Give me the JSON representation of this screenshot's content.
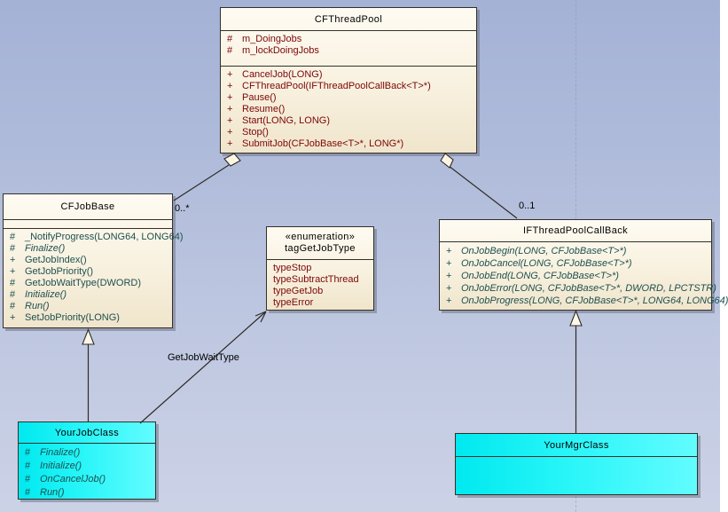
{
  "classes": {
    "cfthreadpool": {
      "name": "CFThreadPool",
      "attributes": [
        {
          "vis": "#",
          "text": "m_DoingJobs"
        },
        {
          "vis": "#",
          "text": "m_lockDoingJobs"
        }
      ],
      "operations": [
        {
          "vis": "+",
          "text": "CancelJob(LONG)"
        },
        {
          "vis": "+",
          "text": "CFThreadPool(IFThreadPoolCallBack<T>*)"
        },
        {
          "vis": "+",
          "text": "Pause()"
        },
        {
          "vis": "+",
          "text": "Resume()"
        },
        {
          "vis": "+",
          "text": "Start(LONG, LONG)"
        },
        {
          "vis": "+",
          "text": "Stop()"
        },
        {
          "vis": "+",
          "text": "SubmitJob(CFJobBase<T>*, LONG*)"
        }
      ]
    },
    "cfjobbase": {
      "name": "CFJobBase",
      "operations": [
        {
          "vis": "#",
          "text": "_NotifyProgress(LONG64, LONG64)"
        },
        {
          "vis": "#",
          "text": "Finalize()"
        },
        {
          "vis": "+",
          "text": "GetJobIndex()"
        },
        {
          "vis": "+",
          "text": "GetJobPriority()"
        },
        {
          "vis": "#",
          "text": "GetJobWaitType(DWORD)"
        },
        {
          "vis": "#",
          "text": "Initialize()"
        },
        {
          "vis": "#",
          "text": "Run()"
        },
        {
          "vis": "+",
          "text": "SetJobPriority(LONG)"
        }
      ]
    },
    "taggetjobtype": {
      "stereotype": "«enumeration»",
      "name": "tagGetJobType",
      "literals": [
        "typeStop",
        "typeSubtractThread",
        "typeGetJob",
        "typeError"
      ]
    },
    "ifthreadpoolcallback": {
      "name": "IFThreadPoolCallBack",
      "operations": [
        {
          "vis": "+",
          "text": "OnJobBegin(LONG, CFJobBase<T>*)"
        },
        {
          "vis": "+",
          "text": "OnJobCancel(LONG, CFJobBase<T>*)"
        },
        {
          "vis": "+",
          "text": "OnJobEnd(LONG, CFJobBase<T>*)"
        },
        {
          "vis": "+",
          "text": "OnJobError(LONG, CFJobBase<T>*, DWORD, LPCTSTR)"
        },
        {
          "vis": "+",
          "text": "OnJobProgress(LONG, CFJobBase<T>*, LONG64, LONG64)"
        }
      ]
    },
    "yourjobclass": {
      "name": "YourJobClass",
      "operations": [
        {
          "vis": "#",
          "text": "Finalize()"
        },
        {
          "vis": "#",
          "text": "Initialize()"
        },
        {
          "vis": "#",
          "text": "OnCancelJob()"
        },
        {
          "vis": "#",
          "text": "Run()"
        }
      ]
    },
    "yourmgrclass": {
      "name": "YourMgrClass"
    }
  },
  "connectors": {
    "aggregation_jobbase": {
      "multiplicity": "0..*"
    },
    "aggregation_callback": {
      "multiplicity": "0..1"
    },
    "association_enum": {
      "label": "GetJobWaitType"
    }
  },
  "colors": {
    "box_fill": "#f8f1df",
    "cyan_fill": "#00efef",
    "attribute_text": "#7b0606",
    "operation_text": "#1d4f4f",
    "background_top": "#a4b2d6",
    "background_bottom": "#ccd2e6"
  }
}
